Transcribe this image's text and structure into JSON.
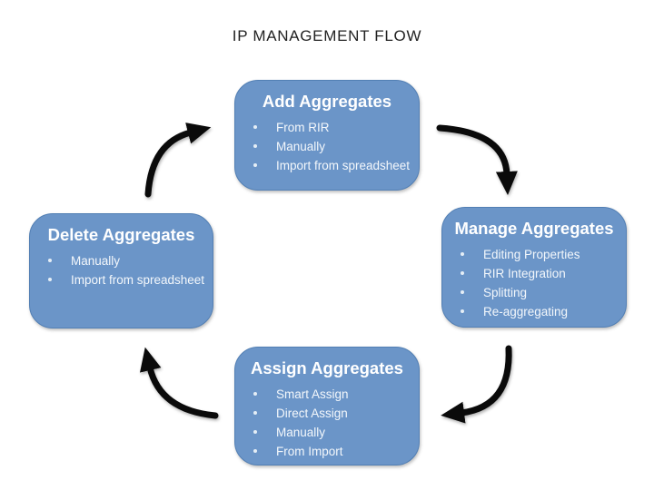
{
  "title": "IP MANAGEMENT FLOW",
  "colors": {
    "box_fill": "#6b95c8",
    "box_border": "#527fb4",
    "header_text": "#ffffff",
    "item_text": "#f3f7fb",
    "arrow": "#0a0a0a",
    "title_text": "#222222",
    "background": "#ffffff"
  },
  "nodes": [
    {
      "title": "Add Aggregates",
      "items": [
        "From RIR",
        "Manually",
        "Import from spreadsheet"
      ]
    },
    {
      "title": "Manage Aggregates",
      "items": [
        "Editing Properties",
        "RIR Integration",
        "Splitting",
        "Re-aggregating"
      ]
    },
    {
      "title": "Assign Aggregates",
      "items": [
        "Smart Assign",
        "Direct Assign",
        "Manually",
        "From Import"
      ]
    },
    {
      "title": "Delete Aggregates",
      "items": [
        "Manually",
        "Import from spreadsheet"
      ]
    }
  ],
  "edges": [
    {
      "from": "Add Aggregates",
      "to": "Manage Aggregates"
    },
    {
      "from": "Manage Aggregates",
      "to": "Assign Aggregates"
    },
    {
      "from": "Assign Aggregates",
      "to": "Delete Aggregates"
    },
    {
      "from": "Delete Aggregates",
      "to": "Add Aggregates"
    }
  ]
}
